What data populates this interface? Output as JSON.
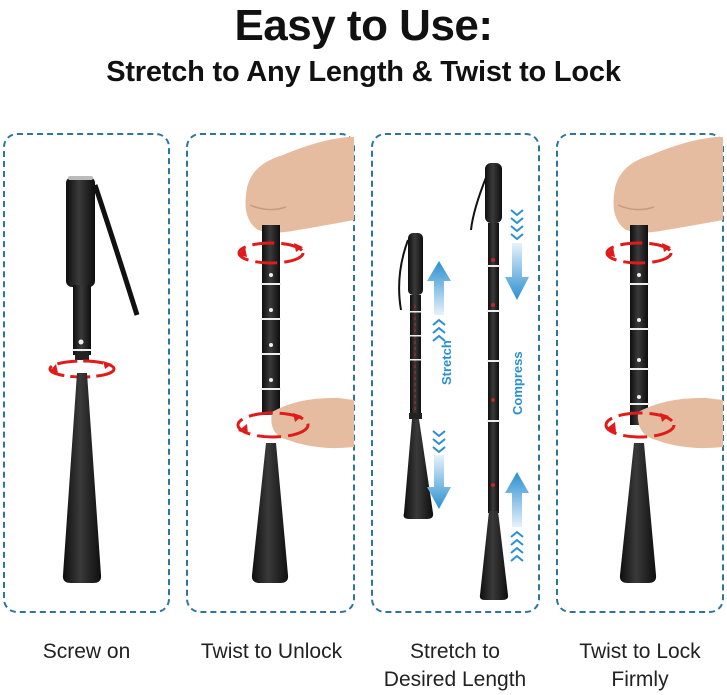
{
  "header": {
    "title": "Easy to Use:",
    "subtitle": "Stretch to Any Length & Twist to Lock"
  },
  "panels": [
    {
      "caption_line1": "Screw on",
      "caption_line2": ""
    },
    {
      "caption_line1": "Twist to Unlock",
      "caption_line2": ""
    },
    {
      "caption_line1": "Stretch to",
      "caption_line2": "Desired Length",
      "label_left": "Stretch",
      "label_right": "Compress"
    },
    {
      "caption_line1": "Twist to Lock",
      "caption_line2": "Firmly"
    }
  ],
  "colors": {
    "panel_border": "#2f7598",
    "rotation_arrow": "#e01b1b",
    "direction_arrow": "#2a8fd0",
    "product": "#1c1c1c",
    "skin": "#e8bfa2"
  }
}
